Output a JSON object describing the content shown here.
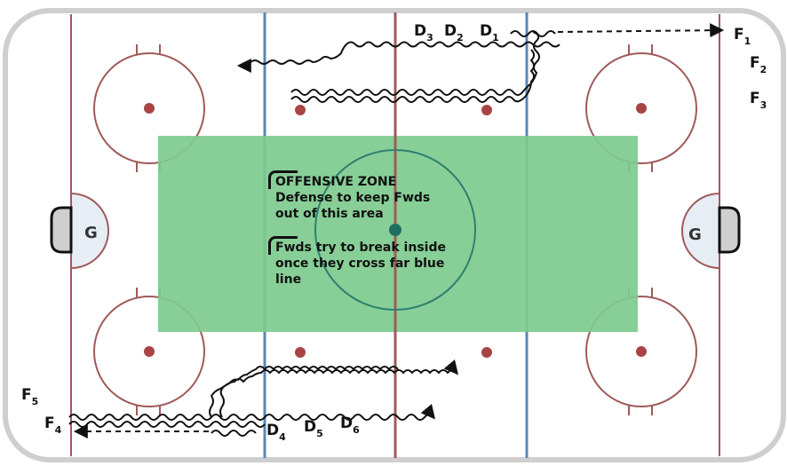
{
  "colors": {
    "boards": "#cfcfcf",
    "red_line": "#a05a5a",
    "blue_line": "#5b86b5",
    "zone_fill": "#7dcb8e",
    "zone_circle": "#2f7f6f",
    "faceoff_dot": "#a94444",
    "arrow": "#111111"
  },
  "goalies": {
    "left": "G",
    "right": "G"
  },
  "notes": {
    "zone_title": "OFFENSIVE ZONE\nDefense to keep Fwds\nout of this area",
    "forwards_tip": "Fwds try to break inside\nonce they cross far blue\nline"
  },
  "players_top": {
    "defense": [
      {
        "base": "D",
        "sub": "3"
      },
      {
        "base": "D",
        "sub": "2"
      },
      {
        "base": "D",
        "sub": "1"
      }
    ],
    "forwards": [
      {
        "base": "F",
        "sub": "1"
      },
      {
        "base": "F",
        "sub": "2"
      },
      {
        "base": "F",
        "sub": "3"
      }
    ]
  },
  "players_bottom": {
    "forwards": [
      {
        "base": "F",
        "sub": "5"
      },
      {
        "base": "F",
        "sub": "4"
      }
    ],
    "defense": [
      {
        "base": "D",
        "sub": "4"
      },
      {
        "base": "D",
        "sub": "5"
      },
      {
        "base": "D",
        "sub": "6"
      }
    ]
  },
  "icons": {
    "arrow_head": "filled-triangle",
    "skate_path": "wavy-line"
  }
}
